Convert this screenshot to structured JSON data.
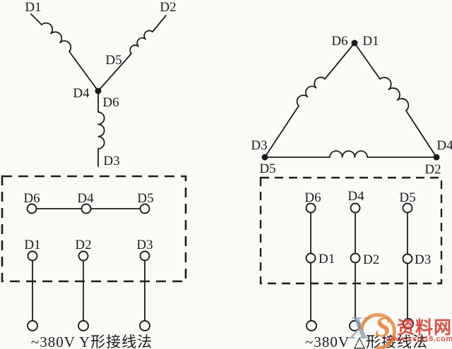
{
  "star_diagram": {
    "winding_labels": {
      "d1": "D1",
      "d2": "D2",
      "d3": "D3",
      "d4": "D4",
      "d5": "D5",
      "d6": "D6"
    },
    "terminal_box": {
      "top_row": [
        "D6",
        "D4",
        "D5"
      ],
      "bottom_row": [
        "D1",
        "D2",
        "D3"
      ]
    },
    "caption": "~380V Y形接线法"
  },
  "delta_diagram": {
    "winding_labels": {
      "apex_left": "D6",
      "apex_right": "D1",
      "bottom_left_upper": "D3",
      "bottom_left_lower": "D5",
      "bottom_right_upper": "D4",
      "bottom_right_lower": "D2"
    },
    "terminal_box": {
      "top_row": [
        "D6",
        "D4",
        "D5"
      ],
      "mid_row": [
        "D1",
        "D2",
        "D3"
      ]
    },
    "caption": "~380V △形接线法"
  },
  "watermark": {
    "logo_x": "X",
    "logo_s": "S",
    "site_name": "资料网",
    "site_url": "www.xsj616.com",
    "colors": {
      "red": "#d53a30",
      "orange": "#e8843c",
      "blue": "#8ba2b8"
    }
  },
  "colors": {
    "ink": "#1c1c1c",
    "paper": "#fbfaf7"
  }
}
